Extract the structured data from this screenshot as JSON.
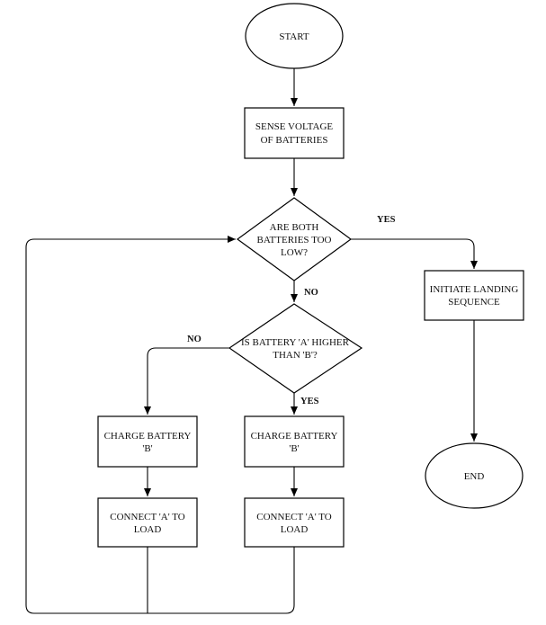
{
  "nodes": {
    "start": "START",
    "sense": [
      "SENSE VOLTAGE",
      "OF BATTERIES"
    ],
    "both_low": [
      "ARE BOTH",
      "BATTERIES TOO",
      "LOW?"
    ],
    "a_higher": [
      "IS BATTERY 'A' HIGHER",
      "THAN 'B'?"
    ],
    "charge_b_left": [
      "CHARGE BATTERY",
      "'B'"
    ],
    "charge_b_right": [
      "CHARGE BATTERY",
      "'B'"
    ],
    "connect_left": [
      "CONNECT 'A' TO",
      "LOAD"
    ],
    "connect_right": [
      "CONNECT 'A' TO",
      "LOAD"
    ],
    "landing": [
      "INITIATE LANDING",
      "SEQUENCE"
    ],
    "end": "END"
  },
  "edge_labels": {
    "yes_landing": "YES",
    "no_down": "NO",
    "no_left": "NO",
    "yes_down": "YES"
  }
}
